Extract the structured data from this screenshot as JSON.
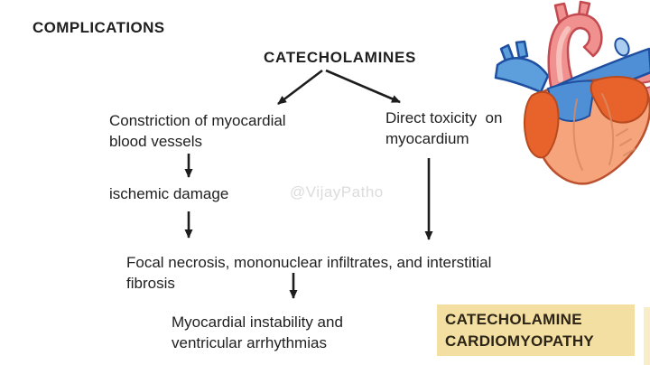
{
  "page": {
    "title": "COMPLICATIONS",
    "watermark": "@VijayPatho"
  },
  "flowchart": {
    "root_label": "CATECHOLAMINES",
    "nodes": {
      "constriction": {
        "lines": [
          "Constriction of myocardial",
          "blood vessels"
        ]
      },
      "direct_toxicity": {
        "lines": [
          "Direct toxicity  on",
          "myocardium"
        ]
      },
      "ischemic_damage": {
        "lines": [
          "ischemic damage"
        ]
      },
      "focal_necrosis": {
        "lines": [
          "Focal necrosis, mononuclear infiltrates, and interstitial",
          "fibrosis"
        ]
      },
      "myocardial_instability": {
        "lines": [
          "Myocardial instability and",
          "ventricular arrhythmias"
        ]
      }
    },
    "edges": [
      {
        "from": "CATECHOLAMINES",
        "to": "Constriction of myocardial blood vessels"
      },
      {
        "from": "CATECHOLAMINES",
        "to": "Direct toxicity on myocardium"
      },
      {
        "from": "Constriction of myocardial blood vessels",
        "to": "ischemic damage"
      },
      {
        "from": "ischemic damage",
        "to": "Focal necrosis, mononuclear infiltrates, and interstitial fibrosis"
      },
      {
        "from": "Direct toxicity on myocardium",
        "to": "Focal necrosis, mononuclear infiltrates, and interstitial fibrosis"
      },
      {
        "from": "Focal necrosis, mononuclear infiltrates, and interstitial fibrosis",
        "to": "Myocardial instability and ventricular arrhythmias"
      }
    ],
    "result_box": {
      "lines": [
        "CATECHOLAMINE",
        "CARDIOMYOPATHY"
      ],
      "background": "#f3dfa1"
    }
  },
  "illustration": {
    "name": "hand-drawn-anatomical-heart",
    "colors": {
      "aorta_pink": "#f0918f",
      "aorta_outline": "#c24a50",
      "vessel_blue": "#5c9fdc",
      "vessel_blue_deep": "#4f8fd6",
      "vessel_outline": "#1f4fa0",
      "ventricle_salmon": "#f5a47b",
      "atrium_orange": "#e8632b",
      "body_outline": "#bb502e"
    }
  },
  "colors": {
    "text": "#212121",
    "arrow": "#1d1d1d",
    "watermark_gray": "#dcdcdc",
    "result_box_bg": "#f3dfa1",
    "edge_sliver": "#f8edc8"
  }
}
